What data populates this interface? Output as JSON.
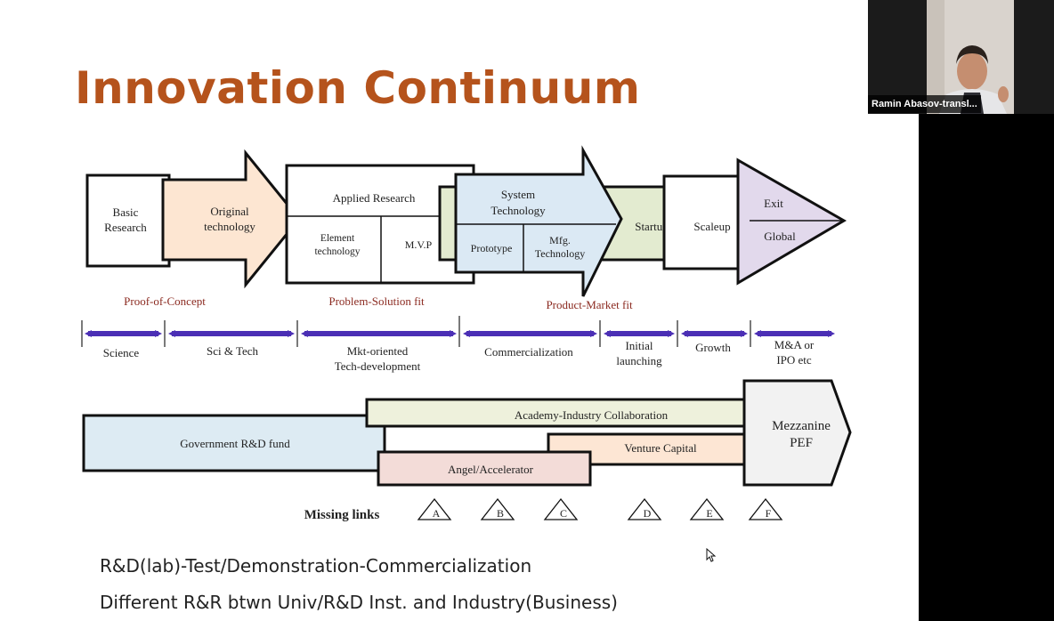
{
  "slide": {
    "title": "Innovation Continuum",
    "stages": {
      "basic_research": [
        "Basic",
        "Research"
      ],
      "original_technology": [
        "Original",
        "technology"
      ],
      "applied_research": "Applied Research",
      "element_technology": [
        "Element",
        "technology"
      ],
      "mvp": "M.V.P",
      "system_technology": [
        "System",
        "Technology"
      ],
      "prototype": "Prototype",
      "mfg_technology": [
        "Mfg.",
        "Technology"
      ],
      "startup": "Startup",
      "scaleup": "Scaleup",
      "exit": "Exit",
      "global": "Global"
    },
    "fits": {
      "proof_of_concept": "Proof-of-Concept",
      "problem_solution": "Problem-Solution fit",
      "product_market": "Product-Market fit"
    },
    "phases": {
      "science": "Science",
      "sci_tech": "Sci & Tech",
      "mkt_oriented": [
        "Mkt-oriented",
        "Tech-development"
      ],
      "commercialization": "Commercialization",
      "initial_launching": [
        "Initial",
        "launching"
      ],
      "growth": "Growth",
      "ma_ipo": [
        "M&A or",
        "IPO etc"
      ]
    },
    "funding": {
      "government": "Government R&D fund",
      "academy": "Academy-Industry Collaboration",
      "venture": "Venture Capital",
      "angel": "Angel/Accelerator",
      "mezzanine": [
        "Mezzanine",
        "PEF"
      ]
    },
    "missing_links_label": "Missing links",
    "missing_links": [
      "A",
      "B",
      "C",
      "D",
      "E",
      "F"
    ],
    "body_lines": [
      "R&D(lab)-Test/Demonstration-Commercialization",
      "Different R&R btwn Univ/R&D Inst. and Industry(Business)"
    ]
  },
  "video_tile": {
    "participant_name": "Ramin Abasov-transl..."
  },
  "colors": {
    "title": "#b5531c",
    "fit_label": "#8b2a20",
    "phase_arrow": "#4b2fb5",
    "original_tech_fill": "#fde6d2",
    "system_tech_fill": "#dbe9f4",
    "startup_fill": "#e3ebd0",
    "exit_fill": "#e2d9ec",
    "government_fill": "#ddebf3",
    "academy_fill": "#eef1dc",
    "venture_fill": "#fde6d4",
    "angel_fill": "#f3dcd8",
    "mezzanine_fill": "#f2f2f2"
  },
  "icons": [
    "mouse-pointer-icon"
  ]
}
